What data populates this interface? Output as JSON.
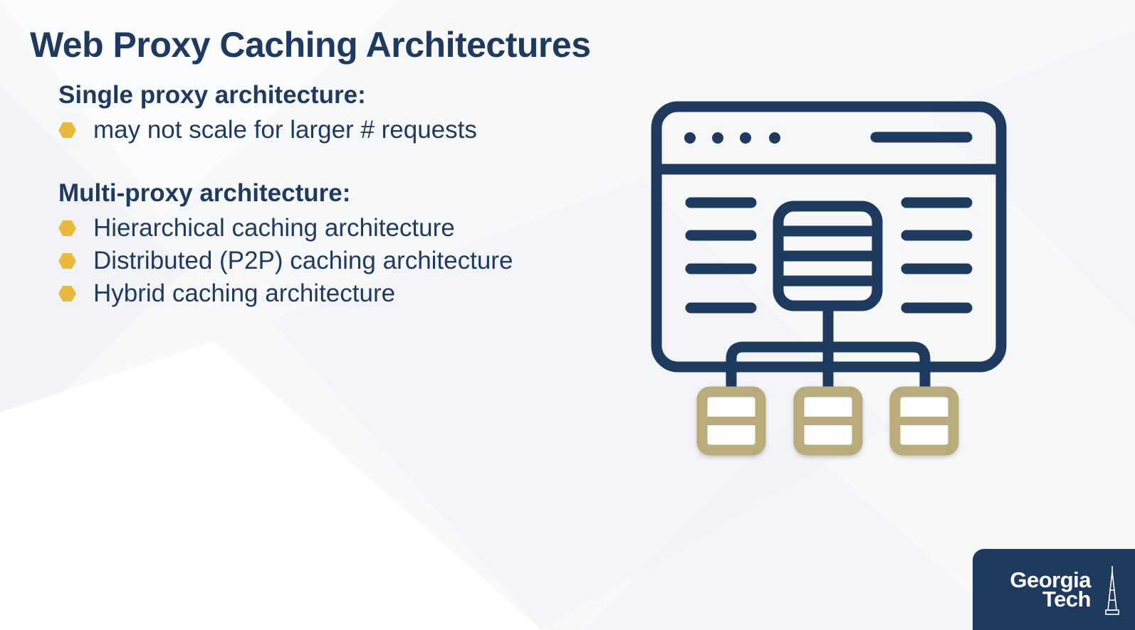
{
  "slide": {
    "title": "Web Proxy Caching Architectures"
  },
  "sections": [
    {
      "heading": "Single proxy architecture:",
      "bullets": [
        "may not scale for larger # requests"
      ]
    },
    {
      "heading": "Multi-proxy architecture:",
      "bullets": [
        "Hierarchical caching architecture",
        "Distributed (P2P) caching architecture",
        "Hybrid caching architecture"
      ]
    }
  ],
  "illustration": {
    "icon": "web-proxy-cache-network-icon",
    "primary_color": "#1f3a5f",
    "cache_color": "#b9ab7b",
    "bullet_color": "#e9b93f"
  },
  "logo": {
    "line1": "Georgia",
    "line2": "Tech",
    "icon": "tech-tower-icon",
    "background": "#1f3a5f"
  }
}
